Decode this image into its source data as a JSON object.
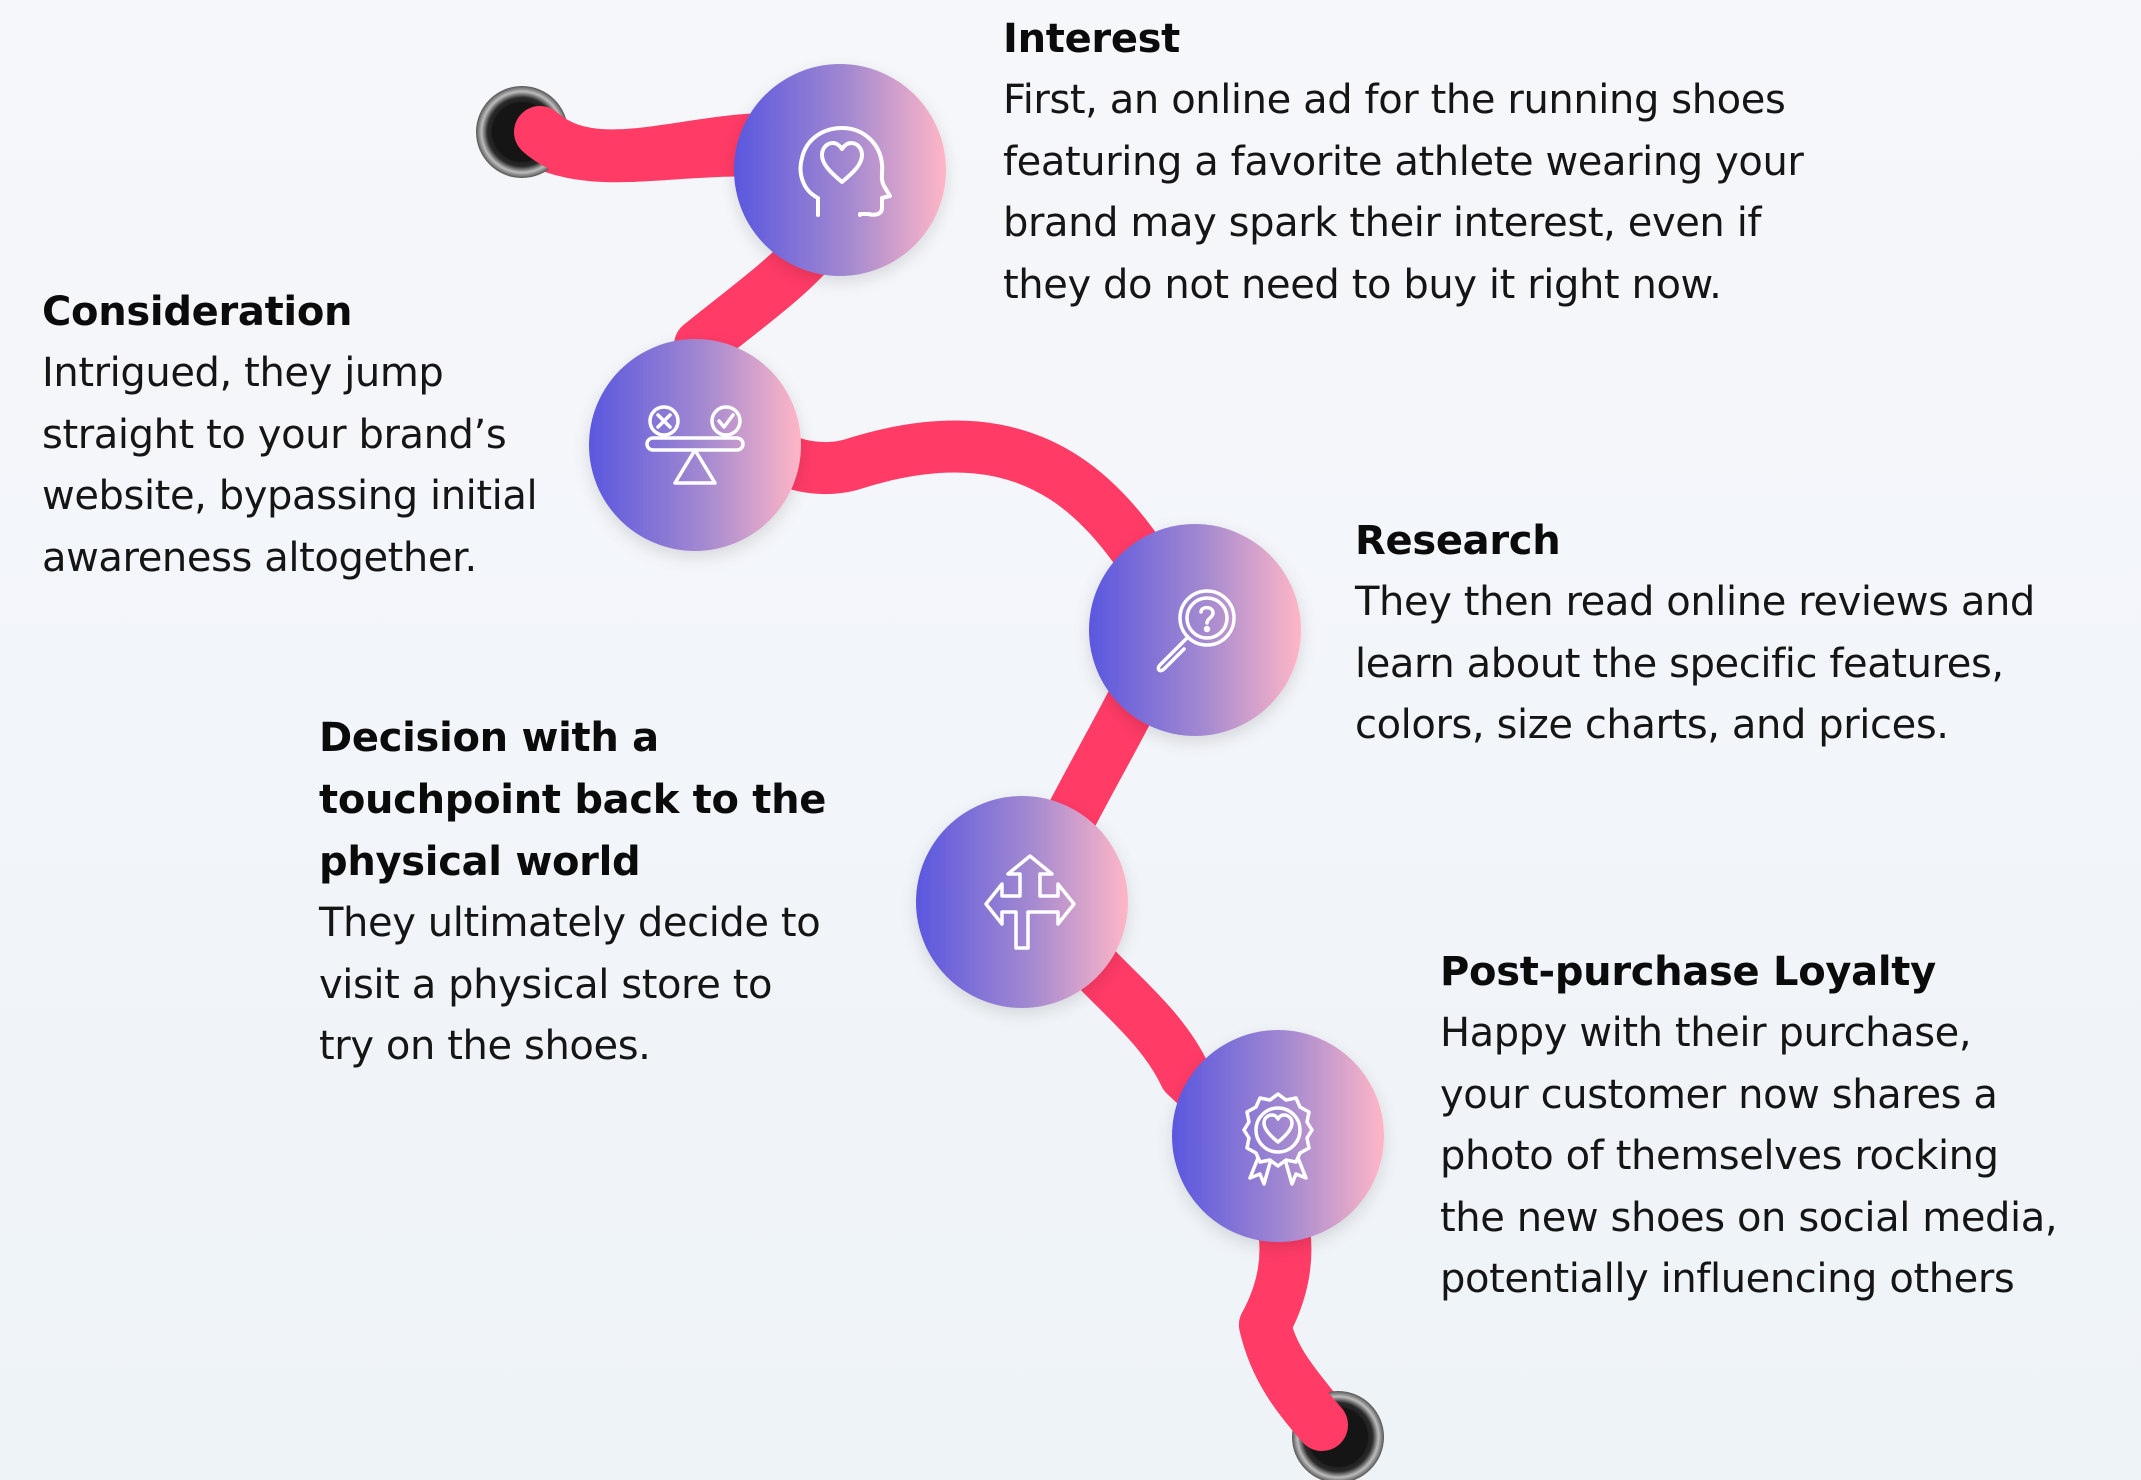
{
  "colors": {
    "path": "#ff3b66",
    "gradient_start": "#5a57df",
    "gradient_mid": "#a58ad0",
    "gradient_end": "#ffb6c6",
    "icon_stroke": "#ffffff",
    "endpoint": "#1a1a1a"
  },
  "stages": [
    {
      "id": "interest",
      "title": "Interest",
      "description": "First, an online ad for the running shoes\nfeaturing a favorite athlete wearing your\nbrand may spark their interest, even if\nthey do not need to buy it right now.",
      "icon": "head-heart-icon"
    },
    {
      "id": "consideration",
      "title": "Consideration",
      "description": "Intrigued, they jump\nstraight to your brand’s\nwebsite, bypassing initial\nawareness altogether.",
      "icon": "balance-scale-icon"
    },
    {
      "id": "research",
      "title": "Research",
      "description": "They then read online reviews and\nlearn about the specific features,\ncolors, size charts, and prices.",
      "icon": "magnifier-question-icon"
    },
    {
      "id": "decision",
      "title": "Decision with a\ntouchpoint back to the\nphysical world",
      "description": "They ultimately decide to\nvisit a physical store to\ntry on the shoes.",
      "icon": "split-arrows-icon"
    },
    {
      "id": "loyalty",
      "title": "Post-purchase Loyalty",
      "description": "Happy with their purchase,\nyour customer now shares a\nphoto of themselves rocking\nthe new shoes on social media,\npotentially influencing others",
      "icon": "award-badge-heart-icon"
    }
  ]
}
